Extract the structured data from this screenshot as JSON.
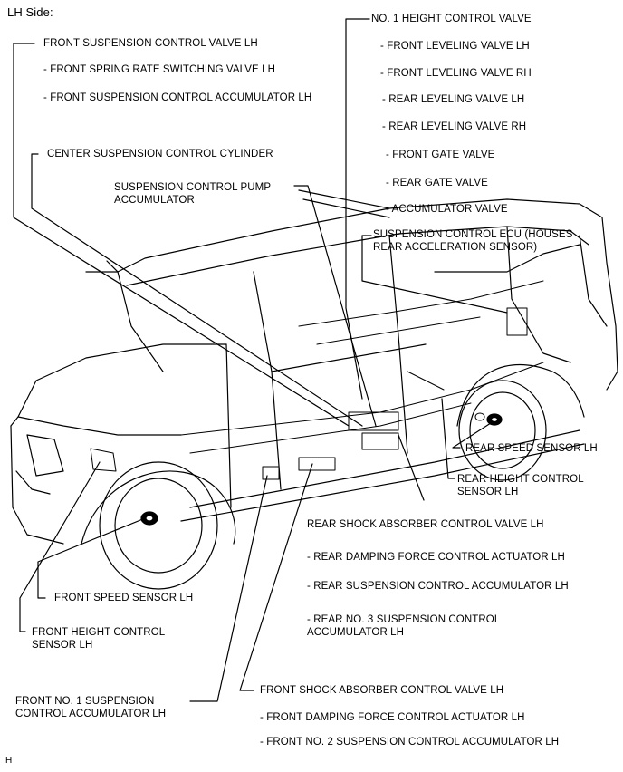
{
  "header": {
    "side_title": "LH Side:"
  },
  "footer": {
    "corner_code": "H"
  },
  "labels": {
    "no1_height_control_valve": "NO. 1 HEIGHT CONTROL VALVE",
    "front_leveling_valve_lh": "- FRONT LEVELING VALVE LH",
    "front_leveling_valve_rh": "- FRONT LEVELING VALVE RH",
    "rear_leveling_valve_lh": "- REAR LEVELING VALVE LH",
    "rear_leveling_valve_rh": "- REAR LEVELING VALVE RH",
    "front_gate_valve": "- FRONT GATE VALVE",
    "rear_gate_valve": "- REAR GATE VALVE",
    "accumulator_valve": "- ACCUMULATOR VALVE",
    "ecu_line1": "SUSPENSION CONTROL ECU (HOUSES",
    "ecu_line2": "REAR ACCELERATION SENSOR)",
    "front_susp_ctrl_valve_lh": "FRONT SUSPENSION CONTROL VALVE LH",
    "front_spring_rate_valve_lh": "- FRONT SPRING RATE SWITCHING VALVE LH",
    "front_susp_ctrl_accum_lh": "- FRONT SUSPENSION CONTROL ACCUMULATOR LH",
    "center_susp_ctrl_cylinder": "CENTER SUSPENSION CONTROL CYLINDER",
    "pump_accum_line1": "SUSPENSION CONTROL PUMP",
    "pump_accum_line2": "ACCUMULATOR",
    "rear_speed_sensor_lh": "REAR SPEED SENSOR LH",
    "rear_height_line1": "REAR HEIGHT CONTROL",
    "rear_height_line2": "SENSOR LH",
    "rear_shock_valve_lh": "REAR SHOCK ABSORBER CONTROL VALVE LH",
    "rear_damping_actuator_lh": "- REAR DAMPING FORCE CONTROL ACTUATOR LH",
    "rear_susp_ctrl_accum_lh": "- REAR SUSPENSION CONTROL ACCUMULATOR LH",
    "rear_no3_line1": "- REAR NO. 3 SUSPENSION CONTROL",
    "rear_no3_line2": "ACCUMULATOR LH",
    "front_speed_sensor_lh": "FRONT SPEED SENSOR LH",
    "front_height_line1": "FRONT HEIGHT CONTROL",
    "front_height_line2": "SENSOR LH",
    "front_no1_line1": "FRONT NO. 1 SUSPENSION",
    "front_no1_line2": "CONTROL ACCUMULATOR LH",
    "front_shock_valve_lh": "FRONT SHOCK ABSORBER CONTROL VALVE LH",
    "front_damping_actuator_lh": "- FRONT DAMPING FORCE CONTROL ACTUATOR LH",
    "front_no2_accum_lh": "- FRONT NO. 2 SUSPENSION CONTROL ACCUMULATOR LH"
  }
}
